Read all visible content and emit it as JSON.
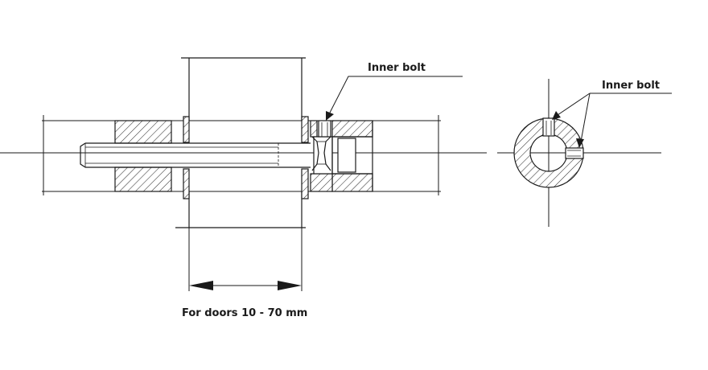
{
  "labels": {
    "inner_bolt_side": "Inner bolt",
    "inner_bolt_end": "Inner bolt",
    "door_range": "For doors 10 - 70 mm"
  },
  "colors": {
    "line": "#1a1a1a",
    "hatch": "#333333",
    "background": "#ffffff"
  }
}
